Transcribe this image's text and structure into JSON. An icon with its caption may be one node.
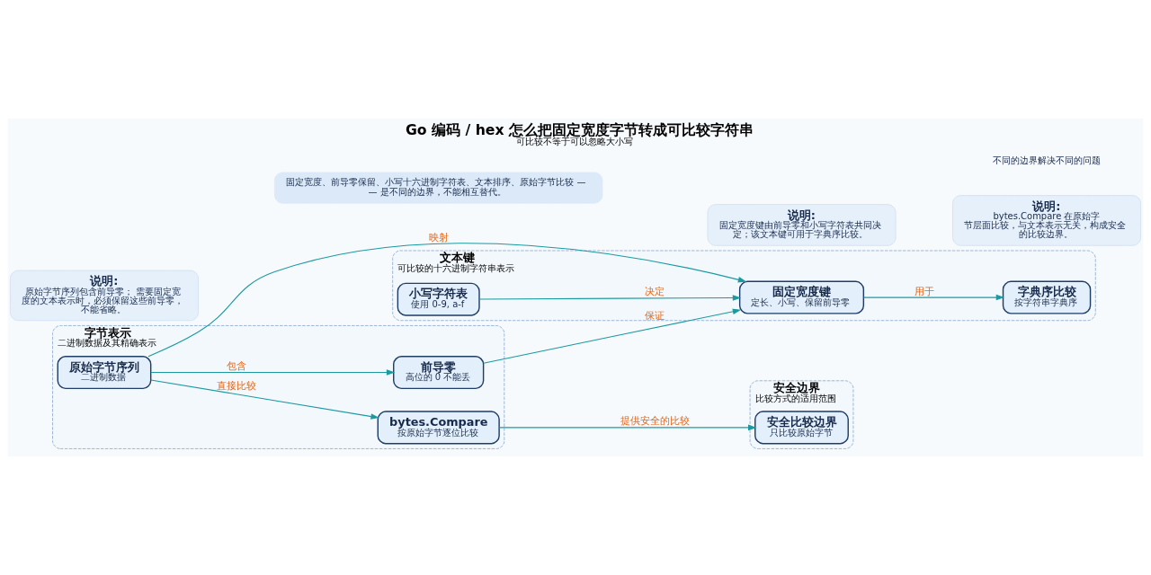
{
  "diagram": {
    "title": "Go 编码 / hex 怎么把固定宽度字节转成可比较字符串",
    "caption": "可比较不等于可以忽略大小写",
    "nodes": [
      {
        "text": [
          "字节表示",
          "二进制数据及其精确表示"
        ]
      },
      {
        "text": [
          "前导零",
          "高位的 0 不能丢"
        ],
        "in": 0
      },
      {
        "text": [
          "原始字节序列",
          "二进制数据"
        ],
        "in": 0
      },
      {
        "text": [
          "bytes.Compare",
          "按原始字节逐位比较"
        ],
        "in": 0
      },
      {
        "text": [
          "文本键",
          "可比较的十六进制字符串表示"
        ]
      },
      {
        "text": [
          "小写字符表",
          "使用 0-9, a-f"
        ],
        "in": 4
      },
      {
        "text": [
          "固定宽度键",
          "定长、小写、保留前导零"
        ],
        "in": 4
      },
      {
        "text": [
          "字典序比较",
          "按字符串字典序"
        ],
        "in": 4
      },
      {
        "text": [
          "安全边界",
          "比较方式的适用范围"
        ]
      },
      {
        "text": [
          "安全比较边界",
          "只比较原始字节"
        ],
        "in": 8
      },
      {
        "text": [
          "说明:",
          "原始字节序列包含前导零； 需要固定宽度的文本表示时，必须保留这些前导零，不能省略。"
        ]
      },
      {
        "text": [
          "说明:",
          "固定宽度键由前导零和小写字符表共同决定；该文本键可用于字典序比较。"
        ]
      },
      {
        "text": [
          "说明:",
          "bytes.Compare 在原始字节层面比较，与文本表示无关，构成安全的比较边界。"
        ]
      },
      {
        "text": [
          "固定宽度、前导零保留、小写十六进制字符表、文本排序、原始字节比较 —— 是不同的边界，不能相互替代。"
        ]
      }
    ],
    "edges": [
      {
        "from": 2,
        "to": 1,
        "arrow": "to",
        "label": "包含"
      },
      {
        "from": 1,
        "to": 6,
        "arrow": "to",
        "label": "保证"
      },
      {
        "from": 5,
        "to": 6,
        "arrow": "to",
        "label": "决定"
      },
      {
        "from": 2,
        "to": 6,
        "arrow": "to",
        "label": "映射"
      },
      {
        "from": 6,
        "to": 7,
        "arrow": "to",
        "label": "用于"
      },
      {
        "from": 2,
        "to": 3,
        "arrow": "to",
        "label": "直接比较"
      },
      {
        "from": 3,
        "to": 9,
        "arrow": "to",
        "label": "提供安全的比较"
      }
    ],
    "labels": [
      "不同的边界解决不同的问题"
    ]
  }
}
